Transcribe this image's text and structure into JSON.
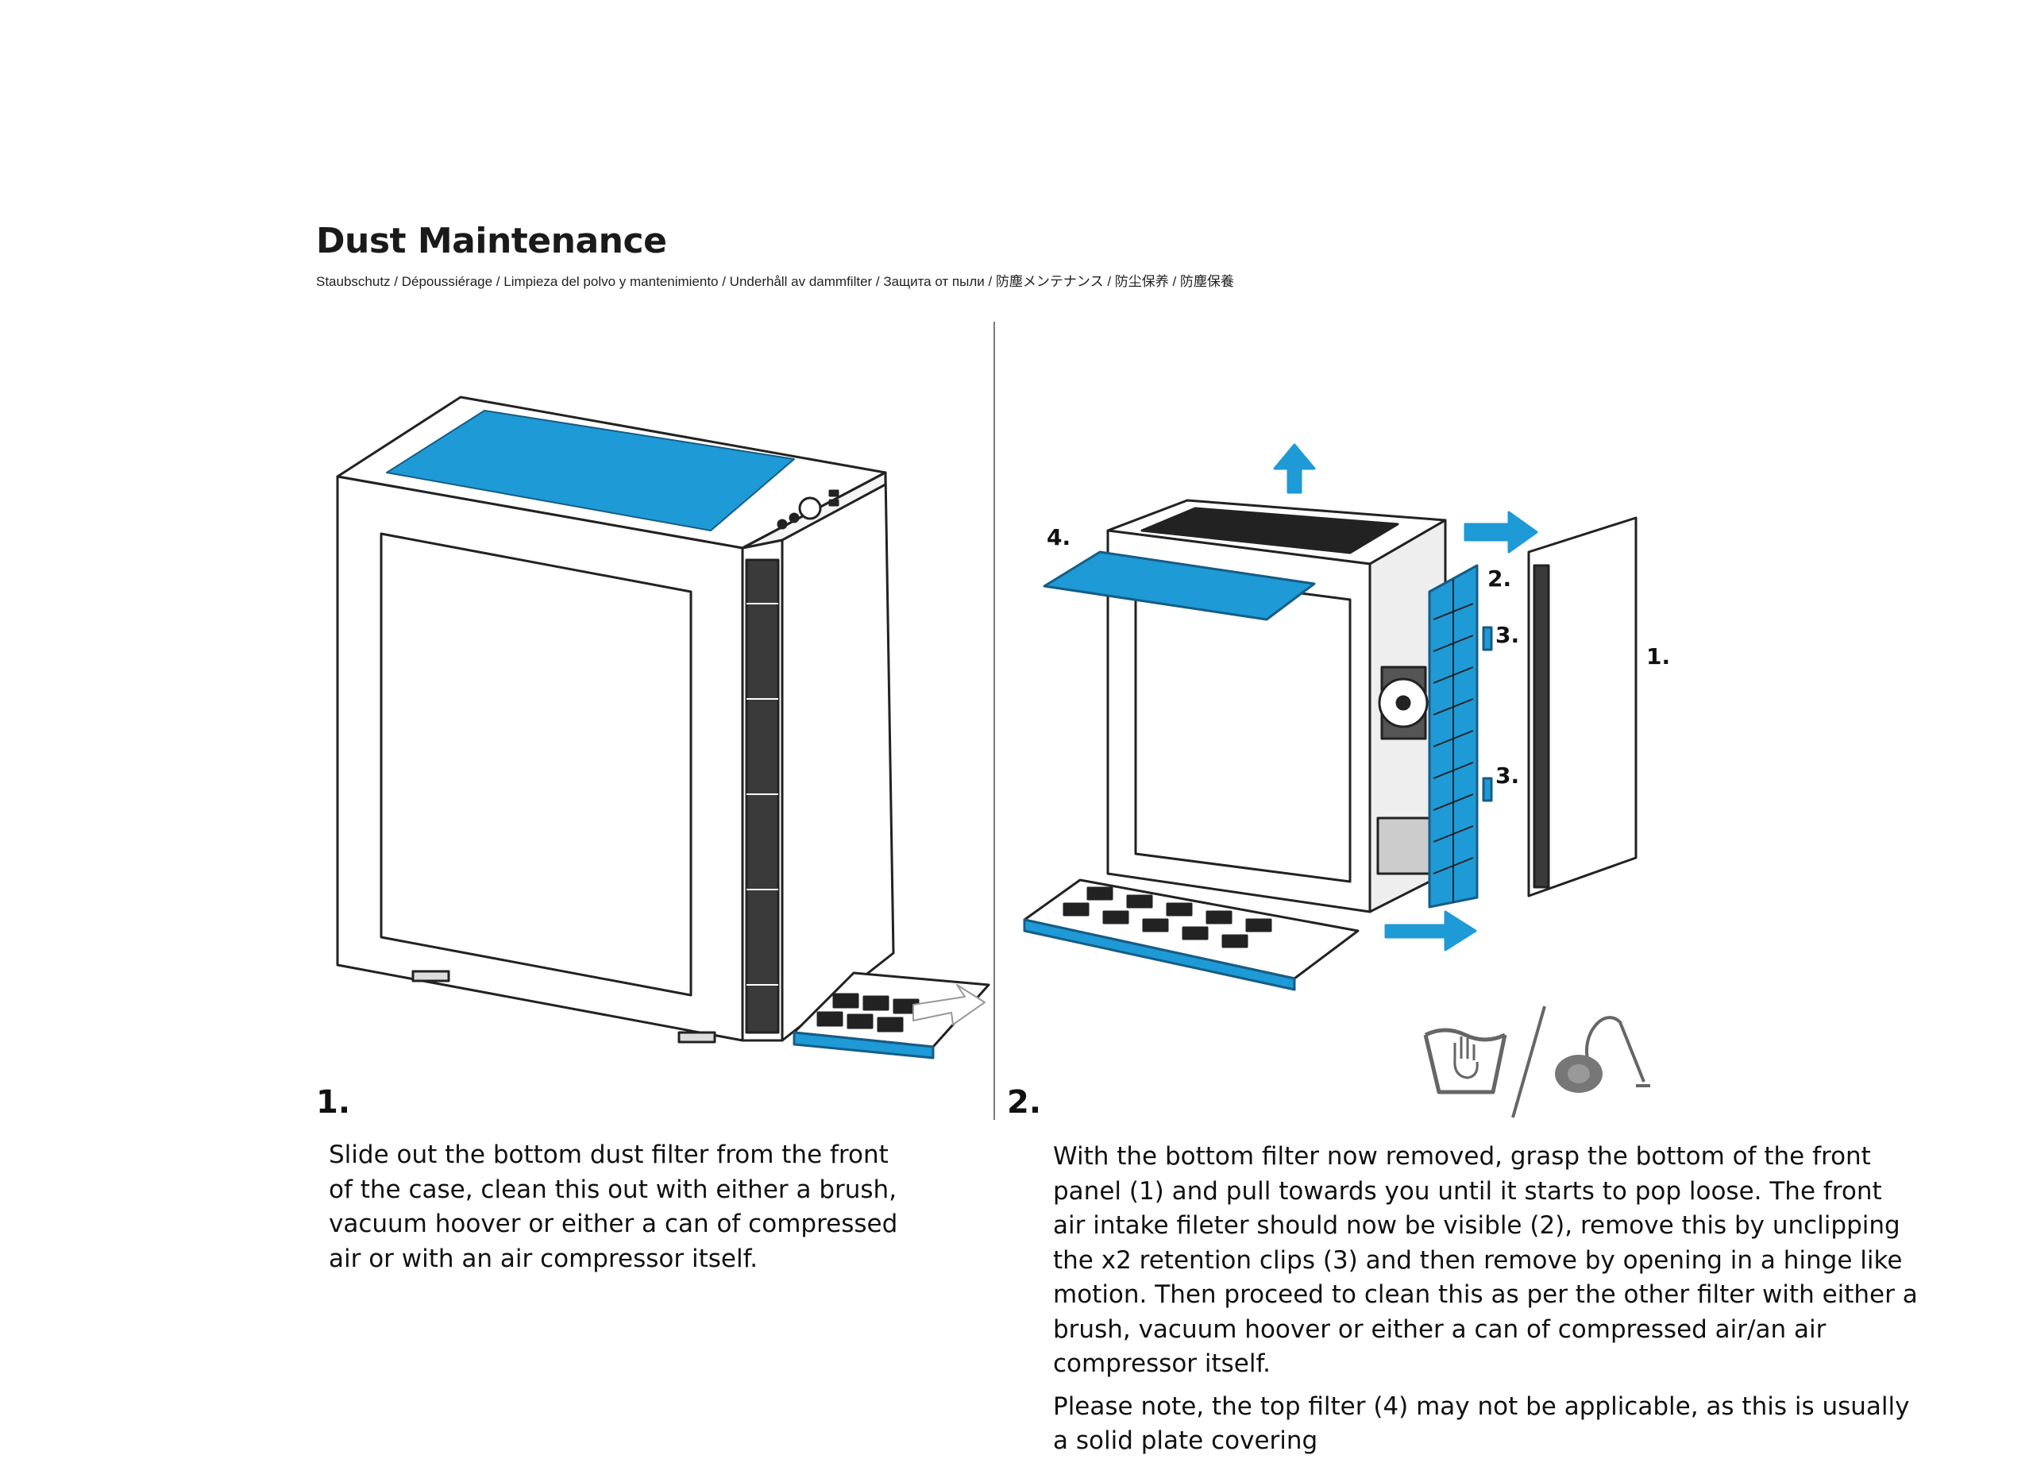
{
  "header": {
    "title": "Dust Maintenance",
    "subtitle": "Staubschutz / Dépoussiérage / Limpieza del polvo y mantenimiento / Underhåll av dammfilter / Защита от пыли / 防塵メンテナンス / 防尘保养 / 防塵保養"
  },
  "steps": [
    {
      "number": "1.",
      "text": "Slide out the bottom dust filter from the front of the case, clean this out with either a brush, vacuum hoover or either a can of compressed air or with an air compressor itself."
    },
    {
      "number": "2.",
      "text": "With the bottom filter now removed, grasp the bottom of the front panel (1) and pull towards you until it starts to pop loose. The front air intake fileter should now be visible (2), remove this by unclipping the x2 retention clips (3) and then remove by opening in a hinge like motion. Then proceed to clean this as per the other filter with either a brush, vacuum hoover or either a can of compressed air/an air compressor itself.",
      "note": "Please note, the top filter (4) may not be applicable, as this is usually a solid plate covering"
    }
  ],
  "callouts": {
    "front_panel": "1.",
    "front_filter": "2.",
    "clip_upper": "3.",
    "clip_lower": "3.",
    "top_filter": "4."
  },
  "icons": [
    "hand-wash-icon",
    "vacuum-cleaner-icon"
  ],
  "colors": {
    "filter_blue": "#1e9ad6",
    "line": "#222222"
  }
}
